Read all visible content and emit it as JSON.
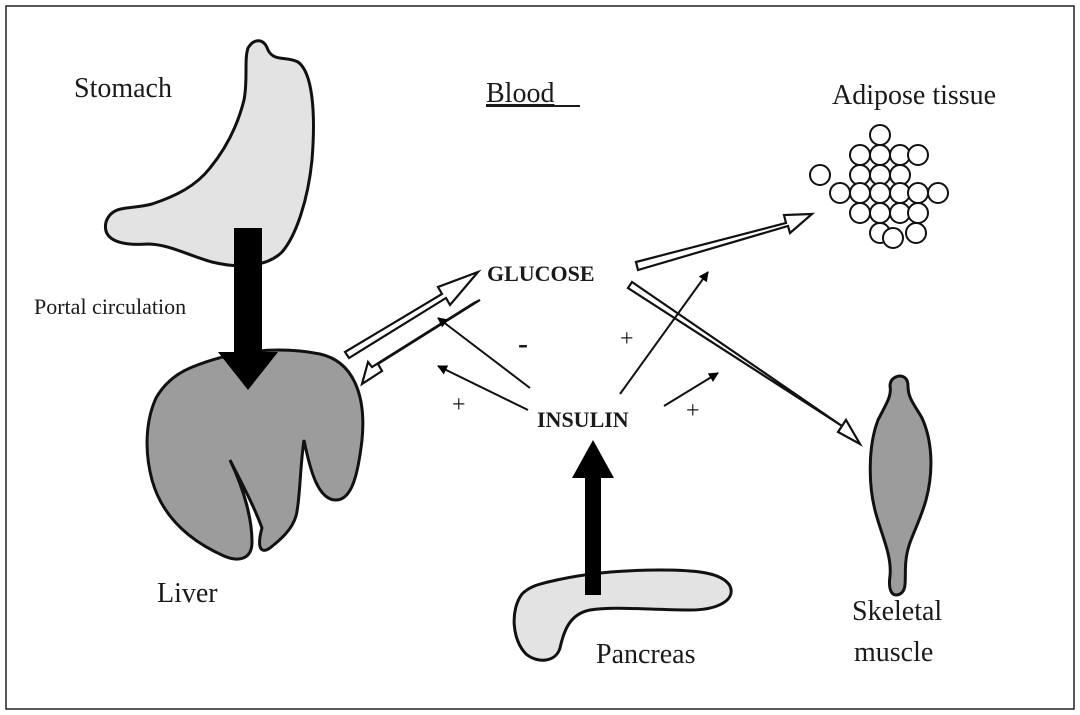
{
  "labels": {
    "stomach": "Stomach",
    "blood": "Blood",
    "adipose": "Adipose tissue",
    "portal": "Portal circulation",
    "glucose": "GLUCOSE",
    "insulin": "INSULIN",
    "liver": "Liver",
    "pancreas": "Pancreas",
    "skeletal_line1": "Skeletal",
    "skeletal_line2": "muscle"
  },
  "signs": {
    "liver_output": "-",
    "liver_uptake": "+",
    "adipose": "+",
    "muscle": "+"
  },
  "colors": {
    "organ_light": "#e3e3e3",
    "organ_dark": "#9c9c9c",
    "outline": "#111111"
  }
}
